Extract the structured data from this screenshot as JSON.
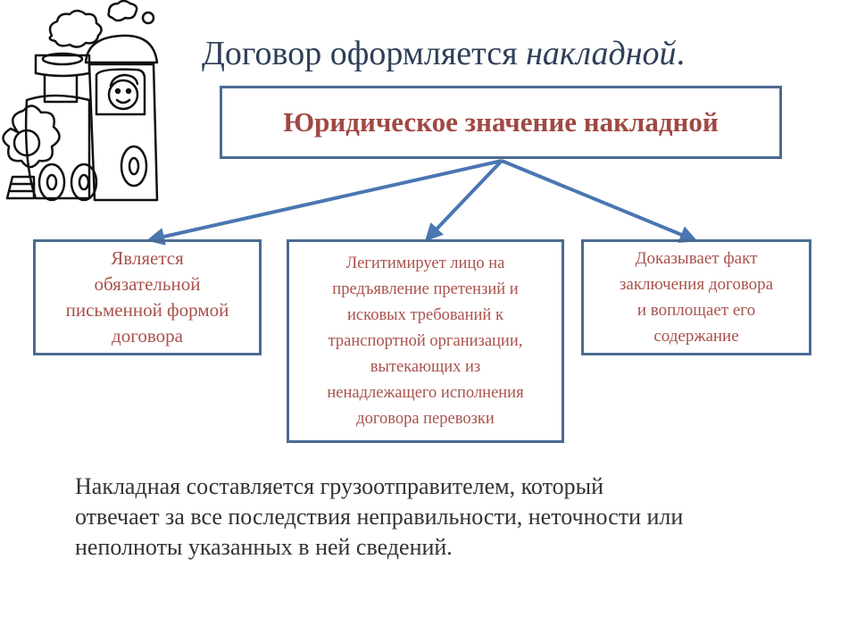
{
  "title": {
    "plain": "Договор оформляется ",
    "emphasis": "накладной",
    "end": "."
  },
  "main_box": {
    "label": "Юридическое значение накладной"
  },
  "boxes": [
    {
      "lines": [
        "Является",
        "обязательной",
        "письменной формой",
        "договора"
      ]
    },
    {
      "lines": [
        "Легитимирует лицо на",
        "предъявление претензий и",
        "исковых требований к",
        "транспортной организации,",
        "вытекающих из",
        "ненадлежащего исполнения",
        "договора перевозки"
      ]
    },
    {
      "lines": [
        "Доказывает факт",
        "заключения договора",
        "и воплощает его",
        "содержание"
      ]
    }
  ],
  "bottom_text": {
    "lines": [
      "Накладная составляется грузоотправителем, который",
      "отвечает за все последствия неправильности, неточности или",
      "неполноты указанных в ней сведений."
    ]
  },
  "colors": {
    "box_border": "#4b6b91",
    "arrow": "#4a76b2",
    "box_text": "#a9524c",
    "title_text": "#2f3f58"
  },
  "icons": {
    "decoration": "train-drawing-icon"
  }
}
